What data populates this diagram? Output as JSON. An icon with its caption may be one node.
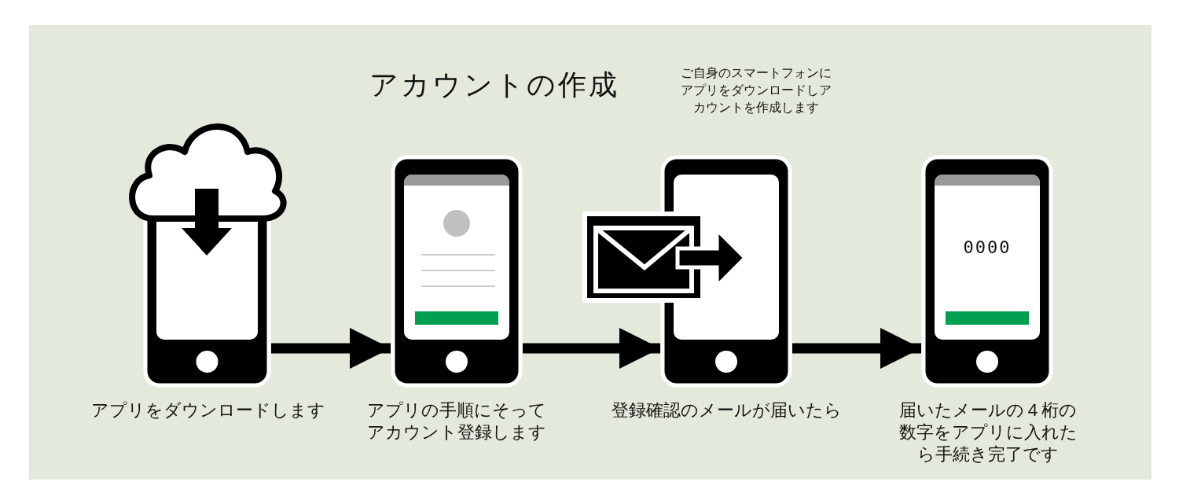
{
  "diagram": {
    "title": "アカウントの作成",
    "nodes": [
      {
        "text": [],
        "shape": "phone",
        "beside": [
          "アプリをダウンロードします"
        ]
      },
      {
        "text": [],
        "shape": "phone",
        "beside": [
          "アプリの手順にそってアカウント登録します"
        ]
      },
      {
        "text": [],
        "shape": "phone",
        "beside": [
          "登録確認のメールが届いたら"
        ]
      },
      {
        "text": [
          "0000"
        ],
        "beside": [
          "届いたメールの４桁の数字をアプリに入れたら手続き完了です"
        ]
      }
    ],
    "edges": [
      {
        "from": 0,
        "to": 1,
        "arrow": "to"
      },
      {
        "from": 1,
        "to": 2,
        "arrow": "to"
      },
      {
        "from": 2,
        "to": 3,
        "arrow": "to"
      }
    ],
    "labels": [
      "ご自身のスマートフォンにアプリをダウンロードしアカウントを作成します"
    ]
  }
}
